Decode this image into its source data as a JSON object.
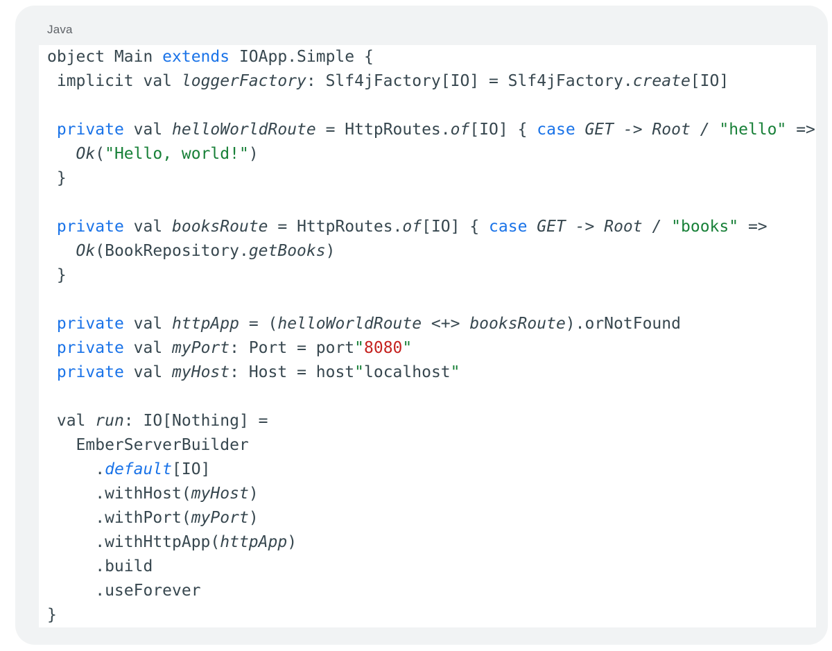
{
  "card": {
    "language_label": "Java"
  },
  "colors": {
    "card_bg": "#f1f3f4",
    "code_bg": "#ffffff",
    "text": "#37474f",
    "keyword": "#1a73e8",
    "string": "#188038",
    "number": "#c5221f",
    "label": "#5f6368"
  },
  "code": {
    "lines": [
      [
        {
          "t": "object Main ",
          "c": "p"
        },
        {
          "t": "extends",
          "c": "k"
        },
        {
          "t": " IOApp.Simple {",
          "c": "p"
        }
      ],
      [
        {
          "t": " implicit val ",
          "c": "p"
        },
        {
          "t": "loggerFactory",
          "c": "i"
        },
        {
          "t": ": Slf4jFactory[IO] = Slf4jFactory.",
          "c": "p"
        },
        {
          "t": "create",
          "c": "i"
        },
        {
          "t": "[IO]",
          "c": "p"
        }
      ],
      [],
      [
        {
          "t": " ",
          "c": "p"
        },
        {
          "t": "private",
          "c": "k"
        },
        {
          "t": " val ",
          "c": "p"
        },
        {
          "t": "helloWorldRoute",
          "c": "i"
        },
        {
          "t": " = HttpRoutes.",
          "c": "p"
        },
        {
          "t": "of",
          "c": "i"
        },
        {
          "t": "[IO] { ",
          "c": "p"
        },
        {
          "t": "case",
          "c": "k"
        },
        {
          "t": " ",
          "c": "p"
        },
        {
          "t": "GET -> Root / ",
          "c": "i"
        },
        {
          "t": "\"hello\"",
          "c": "s"
        },
        {
          "t": " =>",
          "c": "p"
        }
      ],
      [
        {
          "t": "   ",
          "c": "p"
        },
        {
          "t": "Ok",
          "c": "i"
        },
        {
          "t": "(",
          "c": "p"
        },
        {
          "t": "\"Hello, world!\"",
          "c": "s"
        },
        {
          "t": ")",
          "c": "p"
        }
      ],
      [
        {
          "t": " }",
          "c": "p"
        }
      ],
      [],
      [
        {
          "t": " ",
          "c": "p"
        },
        {
          "t": "private",
          "c": "k"
        },
        {
          "t": " val ",
          "c": "p"
        },
        {
          "t": "booksRoute",
          "c": "i"
        },
        {
          "t": " = HttpRoutes.",
          "c": "p"
        },
        {
          "t": "of",
          "c": "i"
        },
        {
          "t": "[IO] { ",
          "c": "p"
        },
        {
          "t": "case",
          "c": "k"
        },
        {
          "t": " ",
          "c": "p"
        },
        {
          "t": "GET -> Root / ",
          "c": "i"
        },
        {
          "t": "\"books\"",
          "c": "s"
        },
        {
          "t": " =>",
          "c": "p"
        }
      ],
      [
        {
          "t": "   ",
          "c": "p"
        },
        {
          "t": "Ok",
          "c": "i"
        },
        {
          "t": "(BookRepository.",
          "c": "p"
        },
        {
          "t": "getBooks",
          "c": "i"
        },
        {
          "t": ")",
          "c": "p"
        }
      ],
      [
        {
          "t": " }",
          "c": "p"
        }
      ],
      [],
      [
        {
          "t": " ",
          "c": "p"
        },
        {
          "t": "private",
          "c": "k"
        },
        {
          "t": " val ",
          "c": "p"
        },
        {
          "t": "httpApp",
          "c": "i"
        },
        {
          "t": " = (",
          "c": "p"
        },
        {
          "t": "helloWorldRoute <+> booksRoute",
          "c": "i"
        },
        {
          "t": ").orNotFound",
          "c": "p"
        }
      ],
      [
        {
          "t": " ",
          "c": "p"
        },
        {
          "t": "private",
          "c": "k"
        },
        {
          "t": " val ",
          "c": "p"
        },
        {
          "t": "myPort",
          "c": "i"
        },
        {
          "t": ": Port = port",
          "c": "p"
        },
        {
          "t": "\"",
          "c": "s"
        },
        {
          "t": "8080",
          "c": "n"
        },
        {
          "t": "\"",
          "c": "s"
        }
      ],
      [
        {
          "t": " ",
          "c": "p"
        },
        {
          "t": "private",
          "c": "k"
        },
        {
          "t": " val ",
          "c": "p"
        },
        {
          "t": "myHost",
          "c": "i"
        },
        {
          "t": ": Host = host",
          "c": "p"
        },
        {
          "t": "\"",
          "c": "s"
        },
        {
          "t": "localhost",
          "c": "p"
        },
        {
          "t": "\"",
          "c": "s"
        }
      ],
      [],
      [
        {
          "t": " val ",
          "c": "p"
        },
        {
          "t": "run",
          "c": "i"
        },
        {
          "t": ": IO[Nothing] =",
          "c": "p"
        }
      ],
      [
        {
          "t": "   EmberServerBuilder",
          "c": "p"
        }
      ],
      [
        {
          "t": "     .",
          "c": "p"
        },
        {
          "t": "default",
          "c": "ki"
        },
        {
          "t": "[IO]",
          "c": "p"
        }
      ],
      [
        {
          "t": "     .withHost(",
          "c": "p"
        },
        {
          "t": "myHost",
          "c": "i"
        },
        {
          "t": ")",
          "c": "p"
        }
      ],
      [
        {
          "t": "     .withPort(",
          "c": "p"
        },
        {
          "t": "myPort",
          "c": "i"
        },
        {
          "t": ")",
          "c": "p"
        }
      ],
      [
        {
          "t": "     .withHttpApp(",
          "c": "p"
        },
        {
          "t": "httpApp",
          "c": "i"
        },
        {
          "t": ")",
          "c": "p"
        }
      ],
      [
        {
          "t": "     .build",
          "c": "p"
        }
      ],
      [
        {
          "t": "     .useForever",
          "c": "p"
        }
      ],
      [
        {
          "t": "}",
          "c": "p"
        }
      ]
    ]
  }
}
